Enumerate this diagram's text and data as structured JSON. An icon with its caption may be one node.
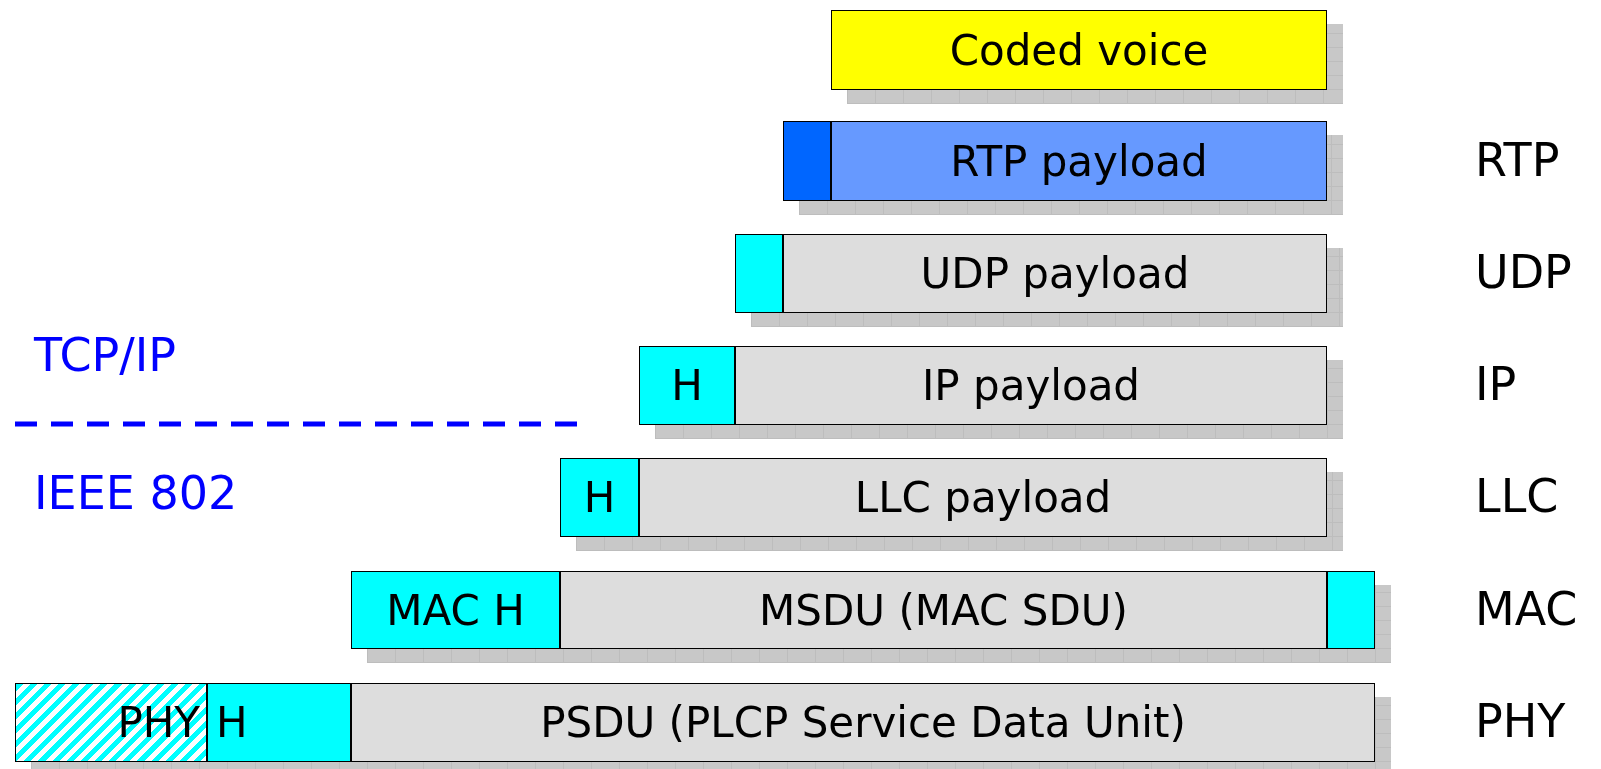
{
  "diagram": {
    "nodes": [
      {
        "text": [
          "Coded voice"
        ]
      },
      {
        "text": [],
        "shape": "box"
      },
      {
        "text": [
          "RTP payload"
        ]
      },
      {
        "text": [],
        "shape": "box"
      },
      {
        "text": [
          "UDP payload"
        ]
      },
      {
        "text": [
          "H"
        ]
      },
      {
        "text": [
          "IP payload"
        ]
      },
      {
        "text": [
          "H"
        ]
      },
      {
        "text": [
          "LLC payload"
        ]
      },
      {
        "text": [
          "MAC H"
        ]
      },
      {
        "text": [
          "MSDU (MAC SDU)"
        ]
      },
      {
        "text": [],
        "shape": "box"
      },
      {
        "text": [
          "PHY"
        ]
      },
      {
        "text": [
          "H"
        ]
      },
      {
        "text": [
          "PSDU (PLCP Service Data Unit)"
        ]
      }
    ],
    "edges": [],
    "labels": [
      "RTP",
      "UDP",
      "TCP/IP",
      "IP",
      "IEEE 802",
      "LLC",
      "MAC",
      "PHY"
    ]
  }
}
